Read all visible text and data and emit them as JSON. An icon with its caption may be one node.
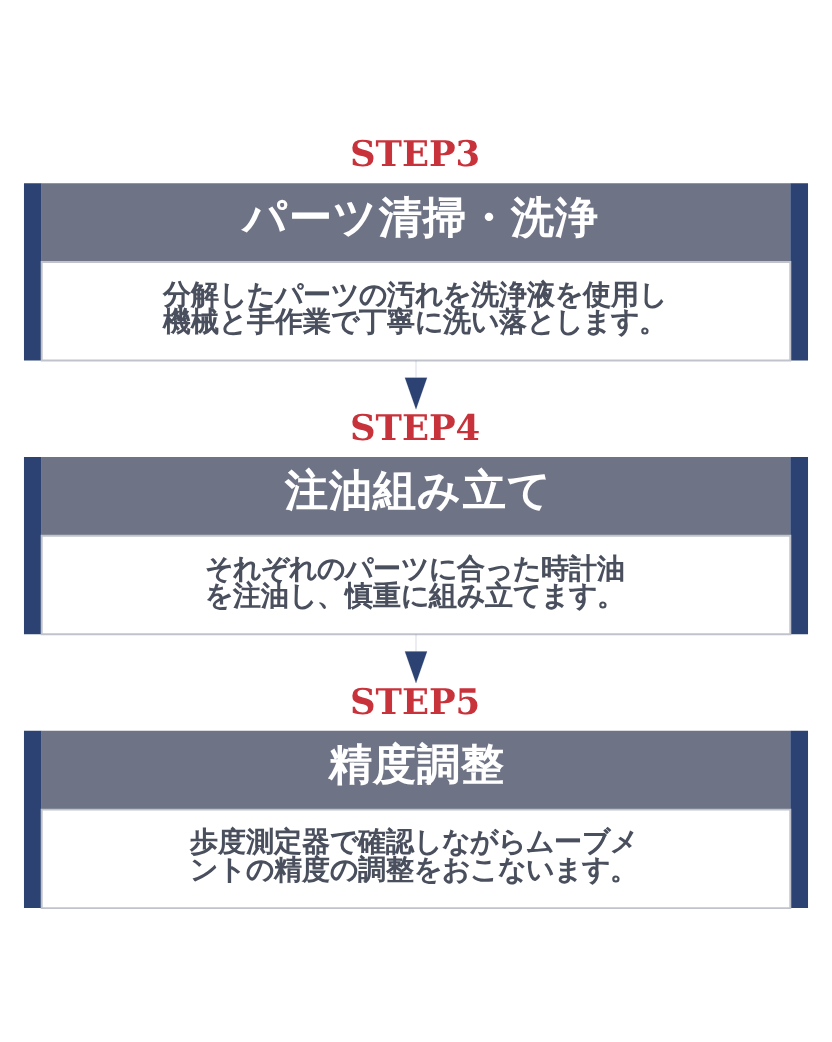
{
  "diagram": {
    "nodes": [
      {
        "text": [
          "STEP3",
          "パーツ清掃・洗浄",
          "分解したパーツの汚れを洗浄液を使用し機械と手作業で丁寧に洗い落とします。"
        ]
      },
      {
        "text": [
          "STEP4",
          "注油組み立て",
          "それぞれのパーツに合った時計油を注油し、慎重に組み立てます。"
        ]
      },
      {
        "text": [
          "STEP5",
          "精度調整",
          "歩度測定器で確認しながらムーブメントの精度の調整をおこないます。"
        ]
      }
    ],
    "edges": [
      {
        "from": 0,
        "to": 1,
        "arrow": "to"
      },
      {
        "from": 1,
        "to": 2,
        "arrow": "to"
      }
    ]
  }
}
